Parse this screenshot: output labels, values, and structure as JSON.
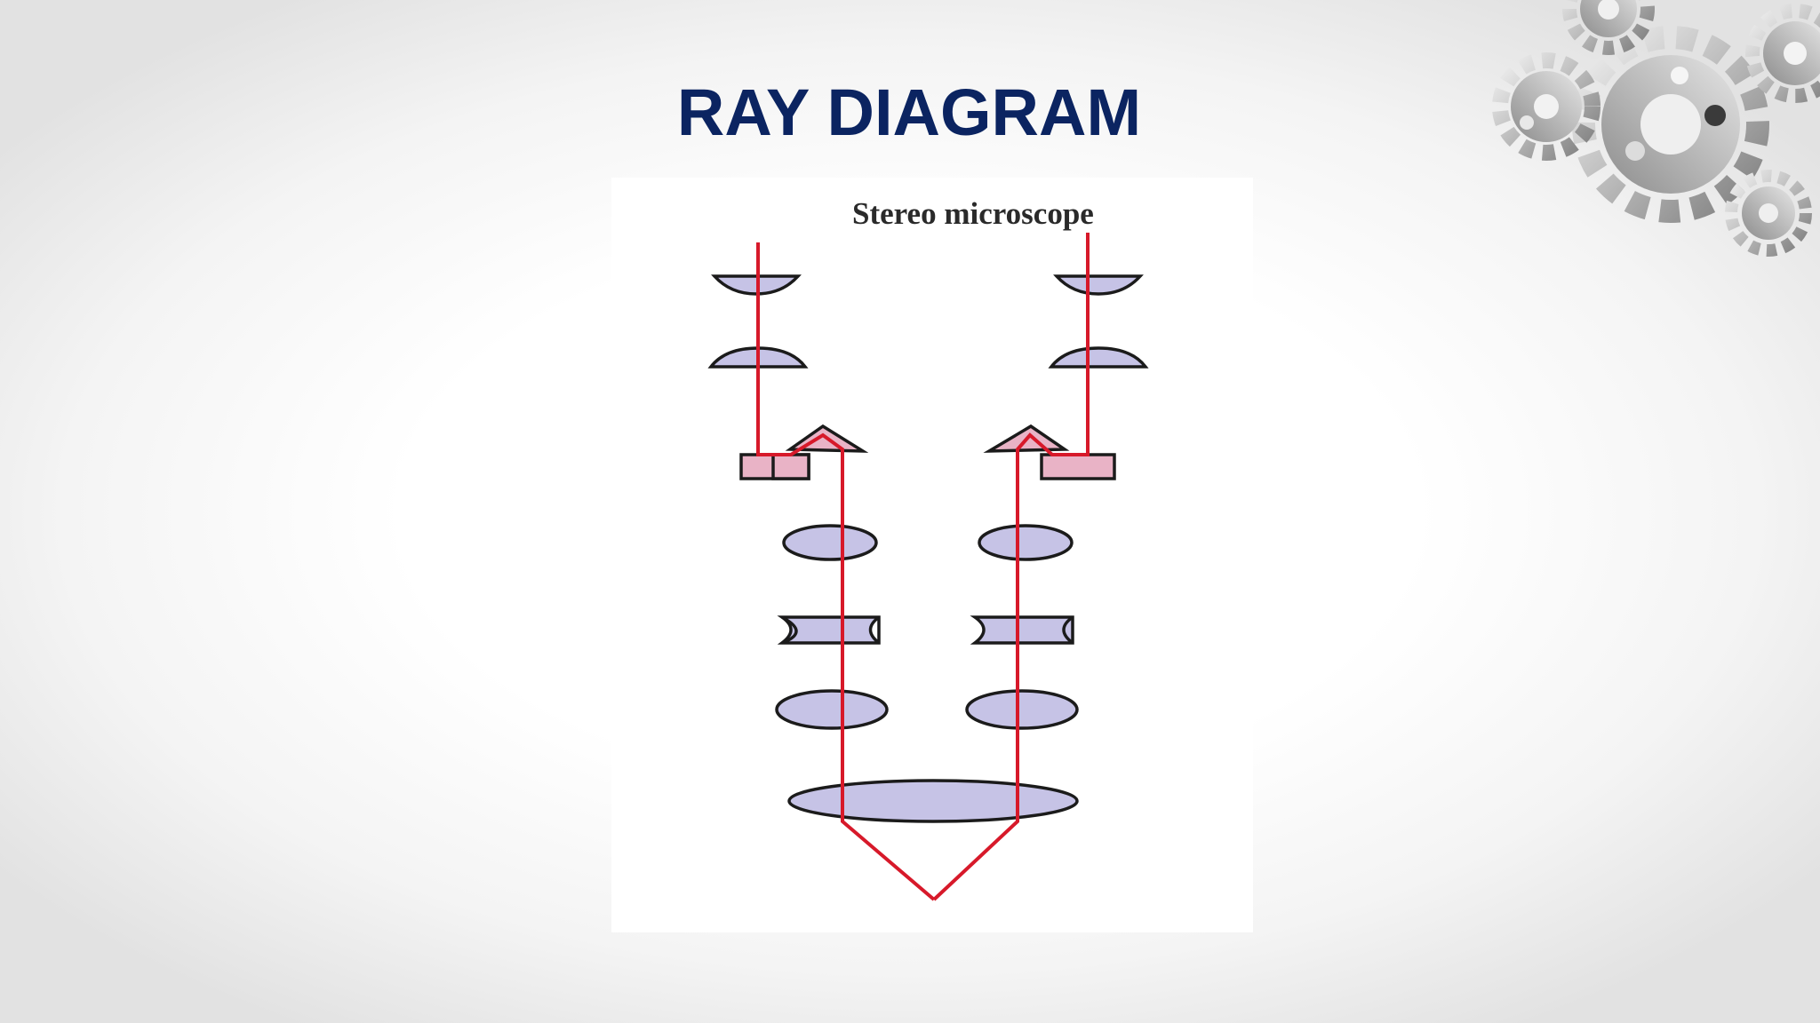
{
  "slide": {
    "title": "RAY DIAGRAM"
  },
  "diagram": {
    "caption": "Stereo microscope",
    "icons": [
      "gears-decoration"
    ],
    "colors": {
      "title": "#0b2461",
      "ray": "#d7192a",
      "lens_fill": "#c6c3e6",
      "outline": "#1b1b1b"
    }
  }
}
